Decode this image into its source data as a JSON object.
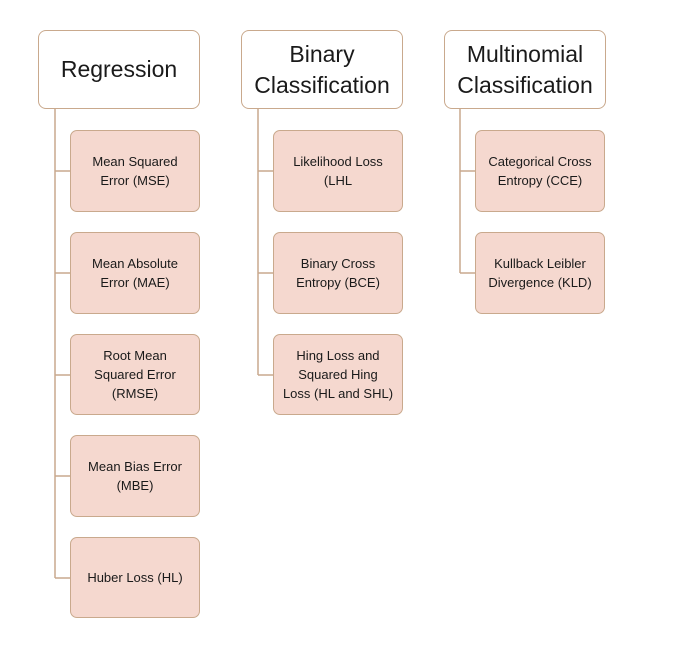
{
  "columns": [
    {
      "title": "Regression",
      "items": [
        "Mean Squared\nError (MSE)",
        "Mean Absolute\nError (MAE)",
        "Root Mean\nSquared Error\n(RMSE)",
        "Mean Bias Error\n(MBE)",
        "Huber Loss (HL)"
      ]
    },
    {
      "title": "Binary\nClassification",
      "items": [
        "Likelihood Loss\n(LHL",
        "Binary Cross\nEntropy (BCE)",
        "Hing Loss and\nSquared Hing\nLoss (HL and SHL)"
      ]
    },
    {
      "title": "Multinomial\nClassification",
      "items": [
        "Categorical Cross\nEntropy (CCE)",
        "Kullback Leibler\nDivergence (KLD)"
      ]
    }
  ],
  "colors": {
    "header_fill": "#ffffff",
    "leaf_fill": "#f5d8cf",
    "border": "#c9a98d",
    "text": "#1a1a1a"
  }
}
